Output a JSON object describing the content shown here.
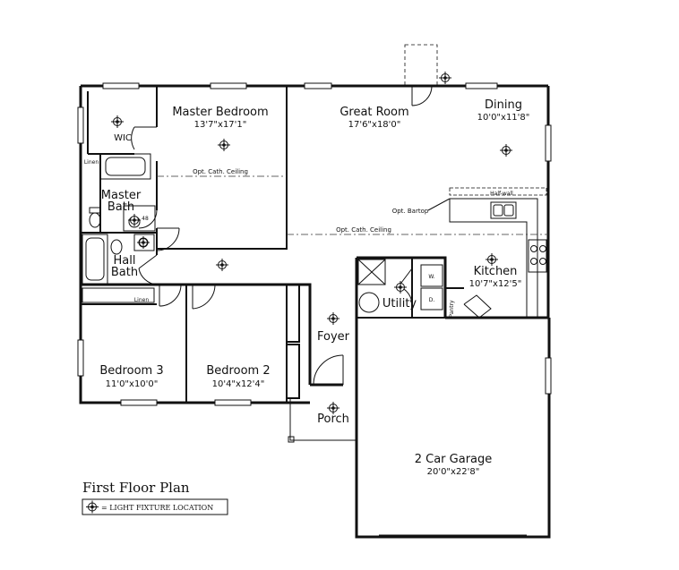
{
  "plan_title": "First Floor Plan",
  "legend": {
    "text": "= LIGHT FIXTURE LOCATION",
    "icon": "light-fixture-icon"
  },
  "rooms": {
    "master_bedroom": {
      "name": "Master Bedroom",
      "dims": "13'7\"x17'1\""
    },
    "great_room": {
      "name": "Great Room",
      "dims": "17'6\"x18'0\""
    },
    "dining": {
      "name": "Dining",
      "dims": "10'0\"x11'8\""
    },
    "wic": {
      "name": "WIC"
    },
    "master_bath_line1": {
      "name": "Master"
    },
    "master_bath_line2": {
      "name": "Bath"
    },
    "hall_bath_line1": {
      "name": "Hall"
    },
    "hall_bath_line2": {
      "name": "Bath"
    },
    "kitchen": {
      "name": "Kitchen",
      "dims": "10'7\"x12'5\""
    },
    "utility": {
      "name": "Utility"
    },
    "foyer": {
      "name": "Foyer"
    },
    "porch": {
      "name": "Porch"
    },
    "bedroom3": {
      "name": "Bedroom 3",
      "dims": "11'0\"x10'0\""
    },
    "bedroom2": {
      "name": "Bedroom 2",
      "dims": "10'4\"x12'4\""
    },
    "garage": {
      "name": "2 Car Garage",
      "dims": "20'0\"x22'8\""
    }
  },
  "notes": {
    "opt_cath_ceiling_1": "Opt. Cath. Ceiling",
    "opt_cath_ceiling_2": "Opt. Cath. Ceiling",
    "opt_bartop": "Opt. Bartop",
    "half_wall": "Half-wall",
    "linen_1": "Linen",
    "linen_2": "Linen",
    "pantry": "Pantry",
    "washer": "W.",
    "dryer": "D.",
    "water_heater": "48"
  }
}
